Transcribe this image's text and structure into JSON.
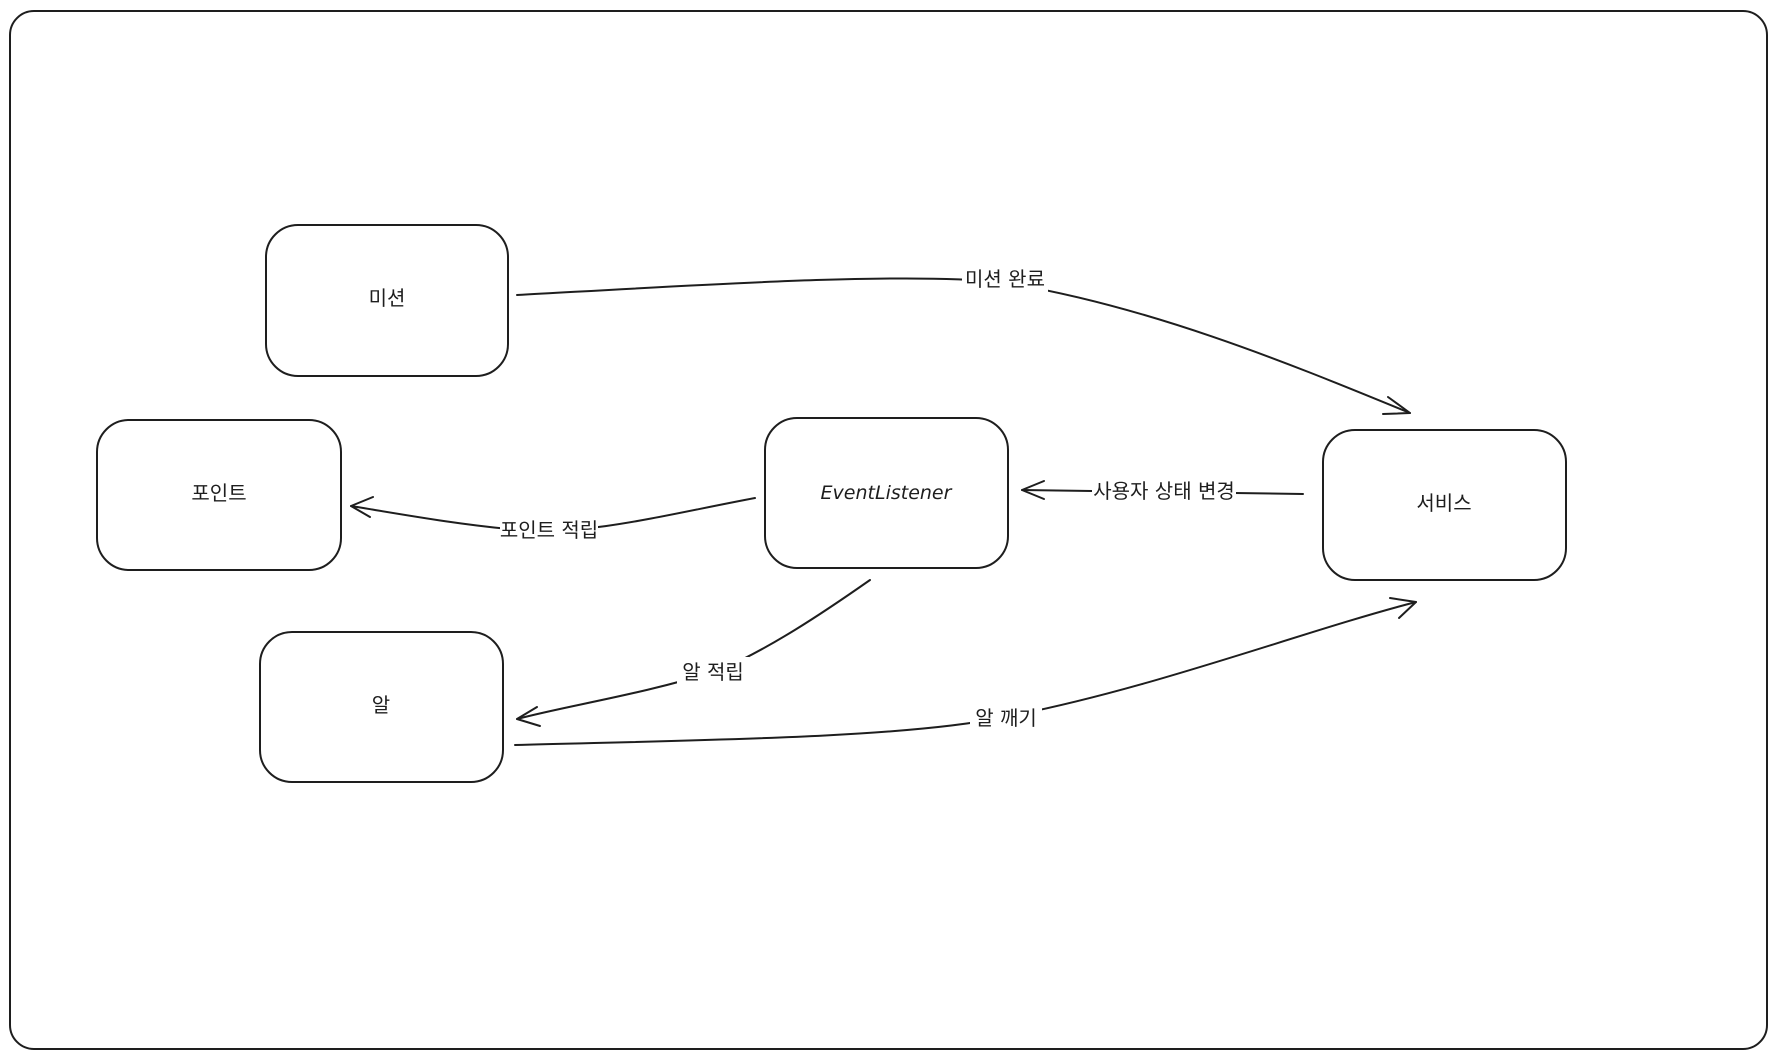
{
  "nodes": {
    "mission": {
      "label": "미션"
    },
    "point": {
      "label": "포인트"
    },
    "egg": {
      "label": "알"
    },
    "listener": {
      "label": "EventListener"
    },
    "service": {
      "label": "서비스"
    }
  },
  "edges": {
    "mission_complete": {
      "label": "미션 완료"
    },
    "user_state_change": {
      "label": "사용자 상태 변경"
    },
    "point_earn": {
      "label": "포인트 적립"
    },
    "egg_earn": {
      "label": "알 적립"
    },
    "egg_hatch": {
      "label": "알 깨기"
    }
  },
  "colors": {
    "stroke": "#1e1e1e",
    "background": "#ffffff"
  }
}
